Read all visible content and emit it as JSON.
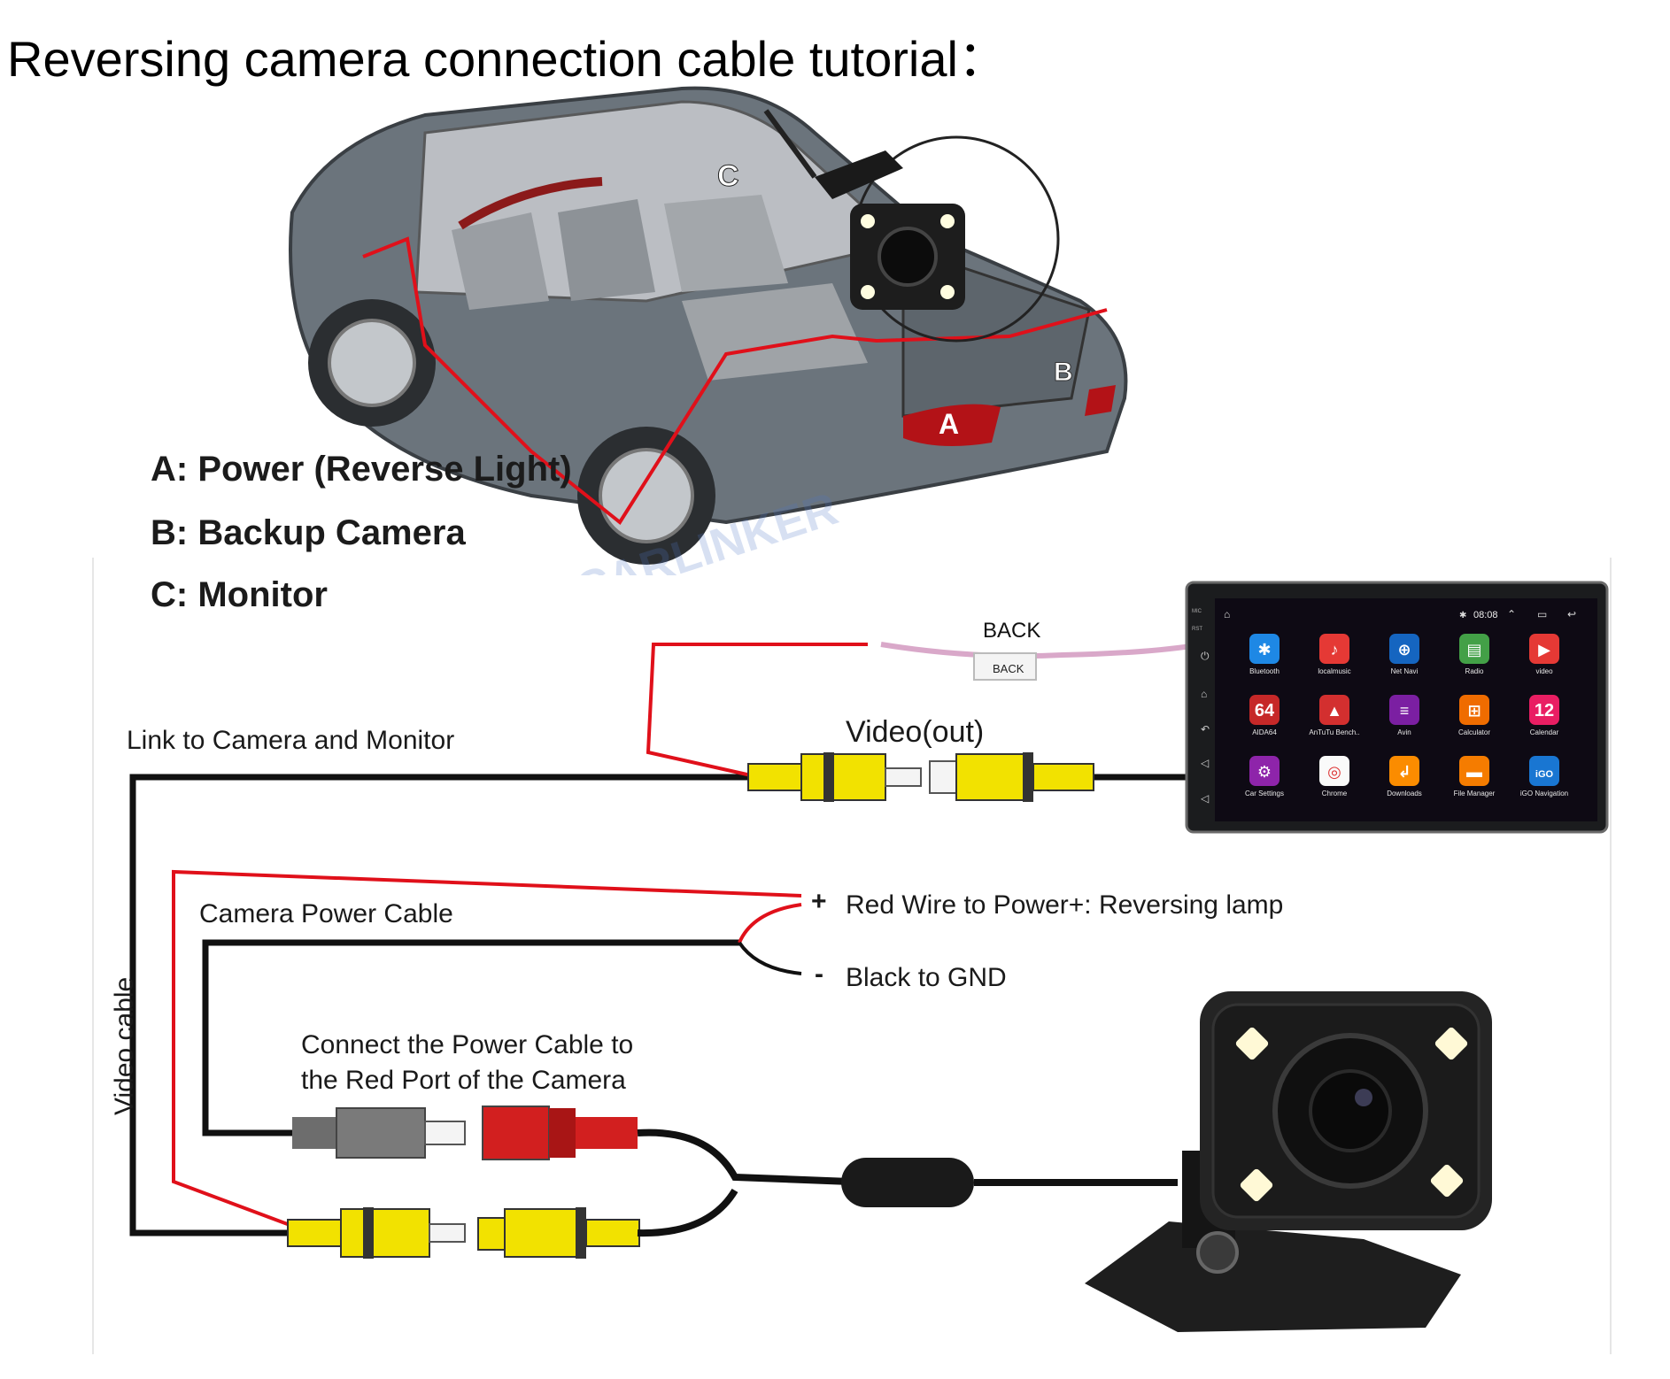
{
  "title": "Reversing camera connection cable tutorial：",
  "car_illustration": {
    "markers": [
      "A",
      "B",
      "C"
    ],
    "watermark": "CARLINKER",
    "icon": "car-cutaway-icon"
  },
  "legend": {
    "a": "A: Power (Reverse Light)",
    "b": "B: Backup Camera",
    "c": "C: Monitor"
  },
  "labels": {
    "link_to_camera_monitor": "Link to Camera and Monitor",
    "video_out": "Video(out)",
    "back_wire": "BACK",
    "back_tag": "BACK",
    "camera_power_cable": "Camera Power Cable",
    "red_wire": "Red Wire to Power+: Reversing lamp",
    "black_wire": "Black to GND",
    "plus_sign": "+",
    "minus_sign": "-",
    "connect_line1": "Connect the Power Cable to",
    "connect_line2": "the Red Port of the Camera",
    "video_cable": "Video cable"
  },
  "head_unit": {
    "time": "08:08",
    "side_labels": [
      "MIC",
      "RST"
    ],
    "apps": [
      {
        "label": "Bluetooth",
        "color": "#1e88e5",
        "icon": "bluetooth-icon"
      },
      {
        "label": "localmusic",
        "color": "#e53935",
        "icon": "music-note-icon"
      },
      {
        "label": "Net Navi",
        "color": "#1565c0",
        "icon": "compass-icon"
      },
      {
        "label": "Radio",
        "color": "#43a047",
        "icon": "radio-icon"
      },
      {
        "label": "video",
        "color": "#e53935",
        "icon": "play-icon"
      },
      {
        "label": "AIDA64",
        "color": "#c62828",
        "icon": "aida64-icon",
        "glyph": "64"
      },
      {
        "label": "AnTuTu Bench..",
        "color": "#d32f2f",
        "icon": "antutu-icon"
      },
      {
        "label": "Avin",
        "color": "#7b1fa2",
        "icon": "equalizer-icon"
      },
      {
        "label": "Calculator",
        "color": "#ef6c00",
        "icon": "calculator-icon"
      },
      {
        "label": "Calendar",
        "color": "#e91e63",
        "icon": "calendar-icon",
        "glyph": "12"
      },
      {
        "label": "Car Settings",
        "color": "#8e24aa",
        "icon": "gear-icon"
      },
      {
        "label": "Chrome",
        "color": "#fafafa",
        "icon": "chrome-icon"
      },
      {
        "label": "Downloads",
        "color": "#fb8c00",
        "icon": "download-icon"
      },
      {
        "label": "File Manager",
        "color": "#f57c00",
        "icon": "folder-icon"
      },
      {
        "label": "iGO Navigation",
        "color": "#1976d2",
        "icon": "igo-icon",
        "glyph": "iGO"
      }
    ]
  },
  "colors": {
    "red_wire": "#e0101a",
    "black_wire": "#111111",
    "rca_yellow": "#f2e200",
    "rca_red": "#d21f1f",
    "pink_wire": "#d9a8c9",
    "car_body": "#6b747c"
  }
}
